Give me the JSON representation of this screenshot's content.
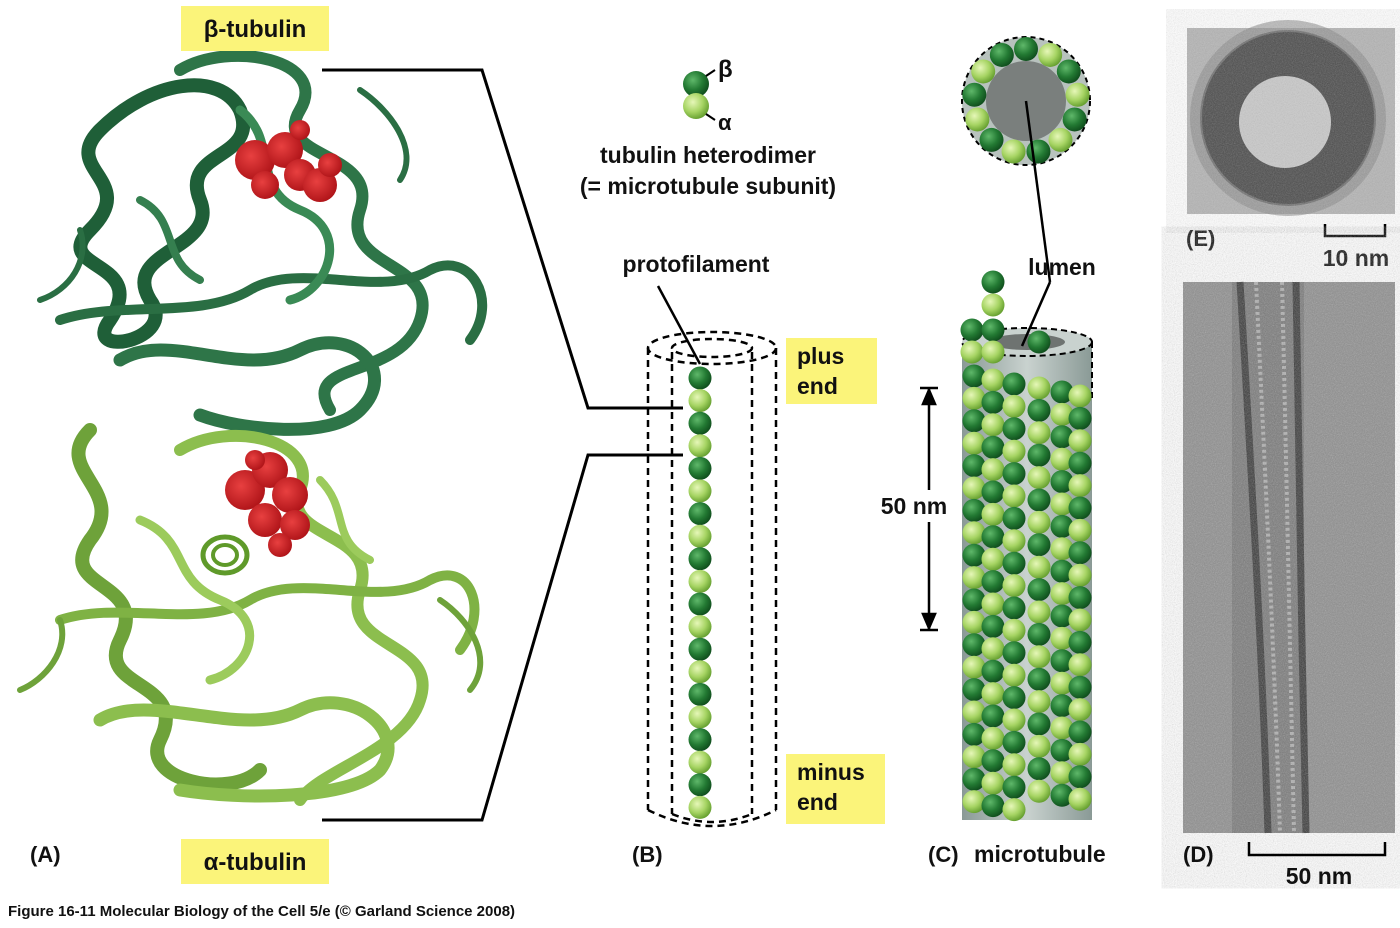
{
  "labels": {
    "beta_tubulin": "β-tubulin",
    "alpha_tubulin": "α-tubulin",
    "beta": "β",
    "alpha": "α",
    "heterodimer_line1": "tubulin heterodimer",
    "heterodimer_line2": "(= microtubule subunit)",
    "protofilament": "protofilament",
    "plus_end_1": "plus",
    "plus_end_2": "end",
    "minus_end_1": "minus",
    "minus_end_2": "end",
    "lumen": "lumen",
    "scale_50nm": "50 nm",
    "microtubule": "microtubule",
    "scale_10nm": "10 nm",
    "scale_50nm_em": "50 nm"
  },
  "panels": {
    "A": "(A)",
    "B": "(B)",
    "C": "(C)",
    "D": "(D)",
    "E": "(E)"
  },
  "caption": "Figure 16-11  Molecular Biology of the Cell 5/e (© Garland Science 2008)",
  "colors": {
    "beta_green": "#2a7a3a",
    "alpha_green": "#a4d36a",
    "ribbon_dark": "#2e7548",
    "ribbon_light": "#8cbe4e",
    "gtp_red": "#cc1f1f",
    "label_bg": "#fbf47a"
  }
}
